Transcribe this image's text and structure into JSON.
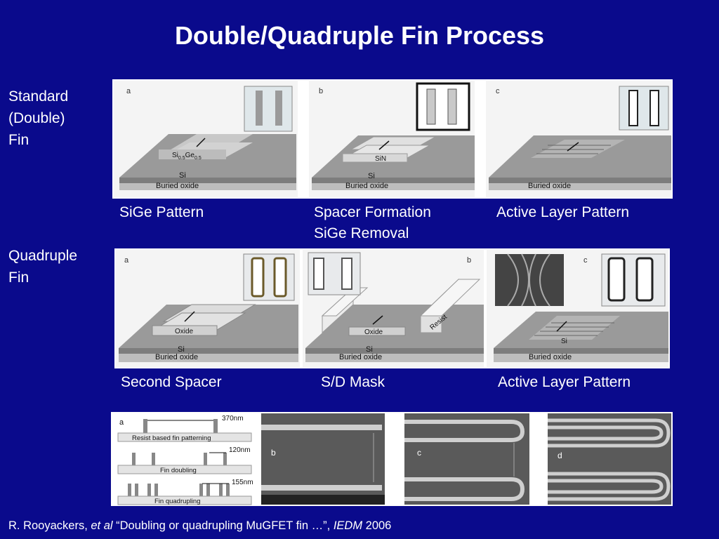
{
  "title": "Double/Quadruple Fin Process",
  "rows": {
    "standard": {
      "line1": "Standard",
      "line2": "(Double)",
      "line3": "Fin"
    },
    "quadruple": {
      "line1": "Quadruple",
      "line2": "Fin"
    }
  },
  "standard_captions": {
    "a": "SiGe Pattern",
    "b_line1": "Spacer Formation",
    "b_line2": "SiGe Removal",
    "c": "Active Layer Pattern"
  },
  "quad_captions": {
    "a": "Second Spacer",
    "b": "S/D Mask",
    "c": "Active Layer Pattern"
  },
  "figure_labels": {
    "std_a": "a",
    "std_b": "b",
    "std_c": "c",
    "quad_a": "a",
    "quad_b": "b",
    "quad_c": "c",
    "sem_a": "a",
    "sem_b": "b",
    "sem_c": "c",
    "sem_d": "d"
  },
  "layer_labels": {
    "buried_oxide": "Buried oxide",
    "si": "Si",
    "sin": "SiN",
    "oxide": "Oxide",
    "resist": "Resist",
    "sige_si": "Si",
    "sige_sub1": "0.5",
    "sige_ge": "Ge",
    "sige_sub2": "0.5"
  },
  "bottom_strip": {
    "dim1": "370nm",
    "step1": "Resist based fin patterning",
    "dim2": "120nm",
    "step2": "Fin doubling",
    "dim3": "155nm",
    "step3": "Fin quadrupling"
  },
  "citation": {
    "authors": "R. Rooyackers, ",
    "etal": "et al",
    "paper": " “Doubling or quadrupling MuGFET fin …”, ",
    "venue": "IEDM",
    "year": " 2006"
  }
}
